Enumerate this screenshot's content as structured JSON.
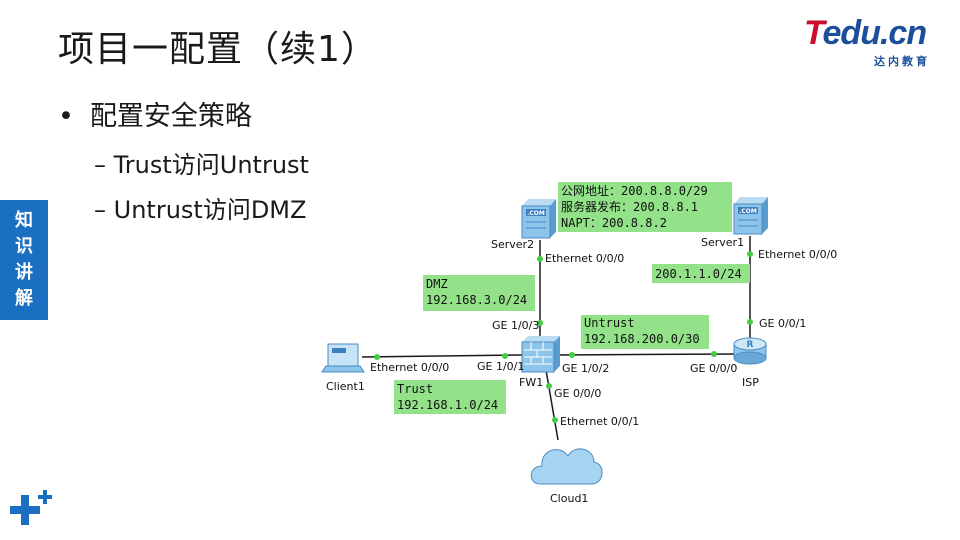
{
  "slide": {
    "title": "项目一配置（续1）",
    "bullet": "配置安全策略",
    "sub_bullets": [
      "Trust访问Untrust",
      "Untrust访问DMZ"
    ],
    "side_tab": [
      "知",
      "识",
      "讲",
      "解"
    ]
  },
  "logo": {
    "brand_t": "T",
    "brand_rest": "edu.cn",
    "subtitle": "达内教育"
  },
  "diagram": {
    "devices": {
      "server2": "Server2",
      "server1": "Server1",
      "client1": "Client1",
      "fw1": "FW1",
      "isp": "ISP",
      "cloud1": "Cloud1",
      "server_screen": ".COM",
      "isp_mark": "R"
    },
    "ports": {
      "server2_eth": "Ethernet 0/0/0",
      "server1_eth": "Ethernet 0/0/0",
      "client1_eth": "Ethernet 0/0/0",
      "fw_ge103": "GE 1/0/3",
      "fw_ge101": "GE 1/0/1",
      "fw_ge102": "GE 1/0/2",
      "fw_ge000": "GE 0/0/0",
      "isp_ge001": "GE 0/0/1",
      "isp_ge000": "GE 0/0/0",
      "cloud_eth": "Ethernet 0/0/1"
    },
    "notes": {
      "public": [
        "公网地址：200.8.8.0/29",
        "服务器发布：200.8.8.1",
        "NAPT：200.8.8.2"
      ],
      "server1_net": "200.1.1.0/24",
      "dmz": [
        "DMZ",
        "192.168.3.0/24"
      ],
      "untrust": [
        "Untrust",
        "192.168.200.0/30"
      ],
      "trust": [
        "Trust",
        "192.168.1.0/24"
      ]
    }
  }
}
